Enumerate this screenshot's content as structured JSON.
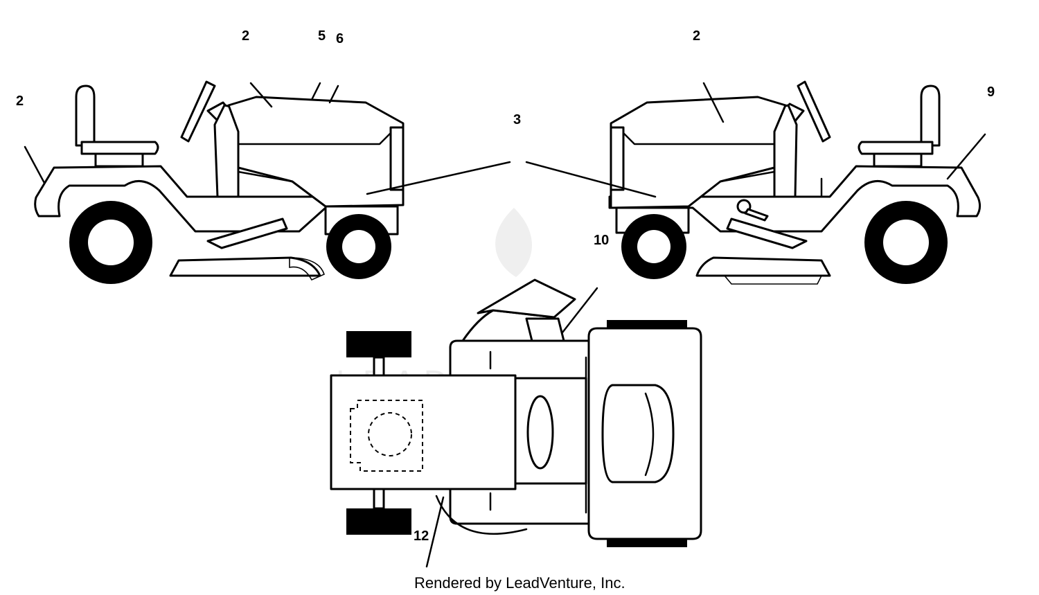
{
  "callouts": {
    "left_rear_fender": "2",
    "left_hood": "2",
    "left_hood_top_a": "5",
    "left_hood_top_b": "6",
    "sides": "3",
    "right_hood": "2",
    "right_fender": "9",
    "right_lever": "10",
    "top_chute": "12"
  },
  "watermark": "LEADVENTURE",
  "credit": "Rendered by LeadVenture, Inc."
}
